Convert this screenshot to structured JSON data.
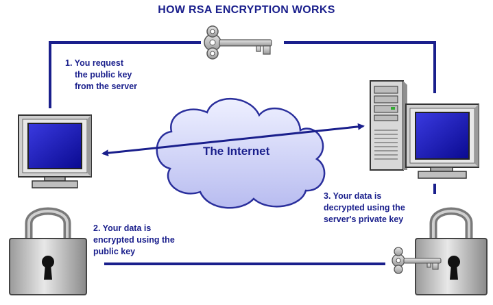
{
  "diagram": {
    "title": "HOW RSA ENCRYPTION WORKS",
    "internet_label": "The Internet",
    "steps": [
      {
        "lines": [
          "1. You request",
          "the public key",
          "from the server"
        ]
      },
      {
        "lines": [
          "2. Your data is",
          "encrypted using the",
          "public key"
        ]
      },
      {
        "lines": [
          "3. Your data is",
          "decrypted using the",
          "server's private key"
        ]
      }
    ],
    "colors": {
      "text": "#1a1f8c",
      "line": "#1a1f8c",
      "screen": "#1010b0",
      "cloud": "#c8c8f0"
    },
    "icons": [
      "key-icon",
      "padlock-icon",
      "computer-icon",
      "server-icon",
      "cloud-icon"
    ]
  }
}
